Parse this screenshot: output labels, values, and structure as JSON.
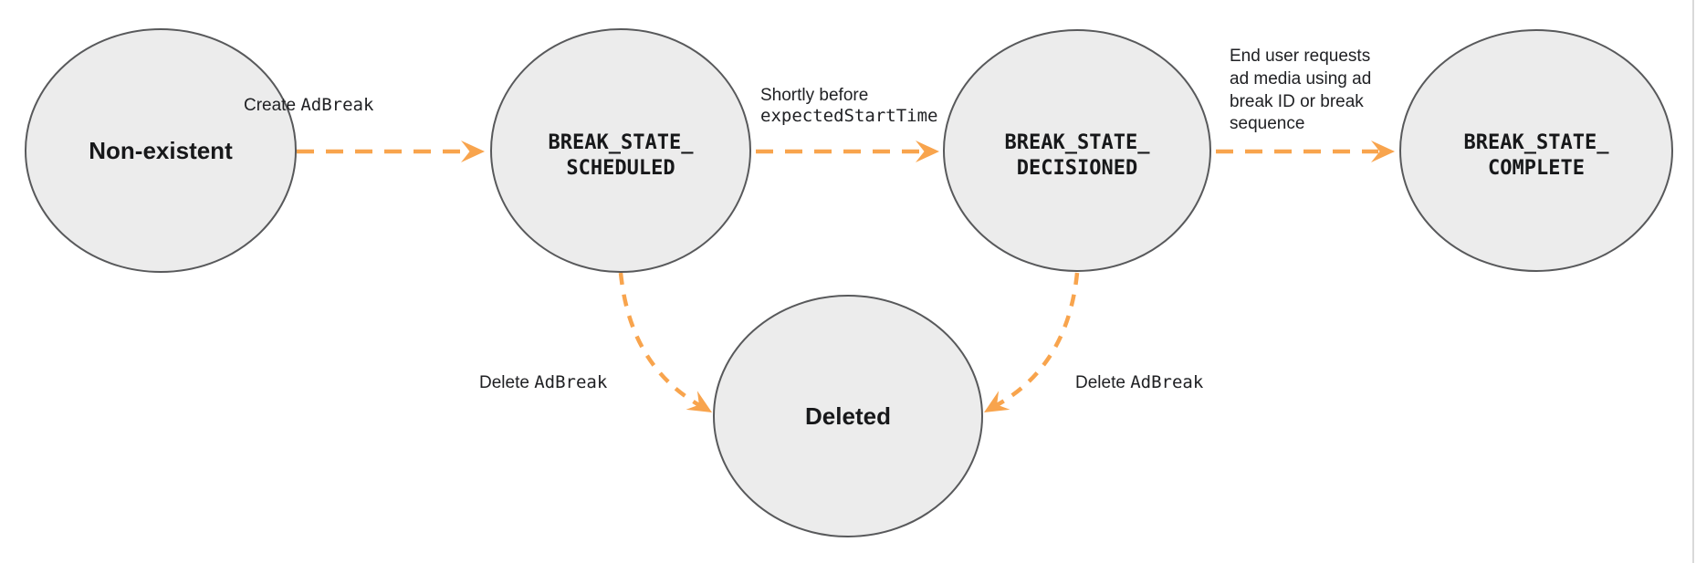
{
  "diagram": {
    "states": {
      "non_existent": {
        "label": "Non-existent"
      },
      "scheduled": {
        "line1": "BREAK_STATE_",
        "line2": "SCHEDULED"
      },
      "decisioned": {
        "line1": "BREAK_STATE_",
        "line2": "DECISIONED"
      },
      "complete": {
        "line1": "BREAK_STATE_",
        "line2": "COMPLETE"
      },
      "deleted": {
        "label": "Deleted"
      }
    },
    "transitions": {
      "create": {
        "plain": "Create ",
        "code": "AdBreak"
      },
      "decision": {
        "line1": "Shortly before",
        "code": "expectedStartTime"
      },
      "complete_label_lines": [
        "End user requests",
        "ad media using ad",
        "break ID or break",
        "sequence"
      ],
      "delete_from_scheduled": {
        "plain": "Delete ",
        "code": "AdBreak"
      },
      "delete_from_decisioned": {
        "plain": "Delete ",
        "code": "AdBreak"
      }
    },
    "colors": {
      "arrow": "#F8A44D",
      "state_fill": "#ECECEC",
      "state_stroke": "#58595B",
      "text": "#202124"
    }
  }
}
